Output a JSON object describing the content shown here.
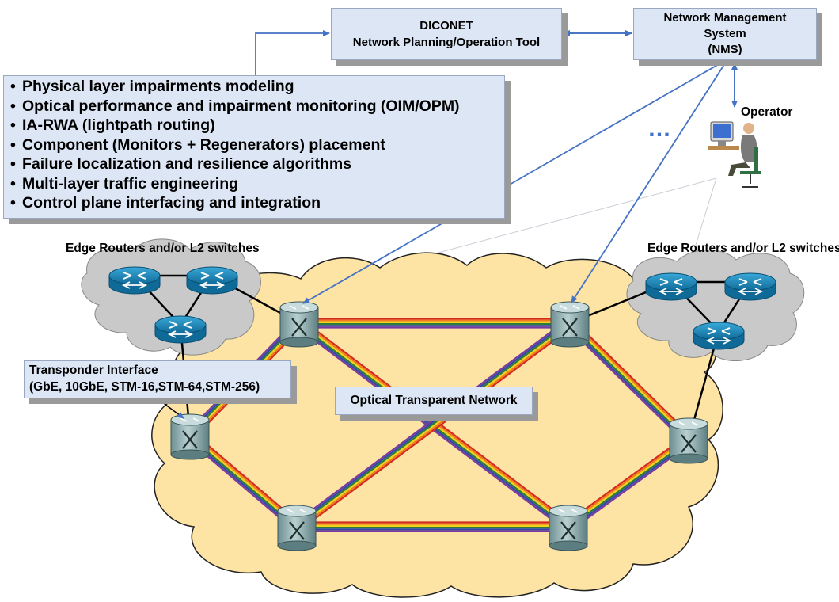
{
  "diconet_box": {
    "title": "DICONET",
    "subtitle": "Network Planning/Operation Tool"
  },
  "nms_box": {
    "line1": "Network Management",
    "line2": "System",
    "line3": "(NMS)"
  },
  "features": [
    "Physical layer impairments modeling",
    "Optical performance and impairment monitoring (OIM/OPM)",
    "IA-RWA (lightpath routing)",
    "Component (Monitors + Regenerators) placement",
    "Failure localization and resilience algorithms",
    "Multi-layer traffic engineering",
    "Control plane interfacing and integration"
  ],
  "bullet_glyph": "•",
  "operator_label": "Operator",
  "ellipsis": "…",
  "edge_label_left": "Edge Routers and/or L2 switches",
  "edge_label_right": "Edge Routers and/or L2 switches",
  "transponder": {
    "line1": "Transponder Interface",
    "line2": "(GbE, 10GbE, STM-16,STM-64,STM-256)"
  },
  "optical_network_label": "Optical Transparent Network",
  "colors": {
    "box_fill": "#dde6f5",
    "arrow_blue": "#4472c4",
    "cloud_fill": "#fde4a4",
    "edge_cloud_fill": "#c9c9c9",
    "router_blue": "#1f8bbf",
    "oxc_teal": "#8eaeb0",
    "lightpath_colors": [
      "#d42a20",
      "#f07d1c",
      "#f2d21a",
      "#2d7a3a",
      "#3149a6",
      "#7a3aa0"
    ]
  }
}
